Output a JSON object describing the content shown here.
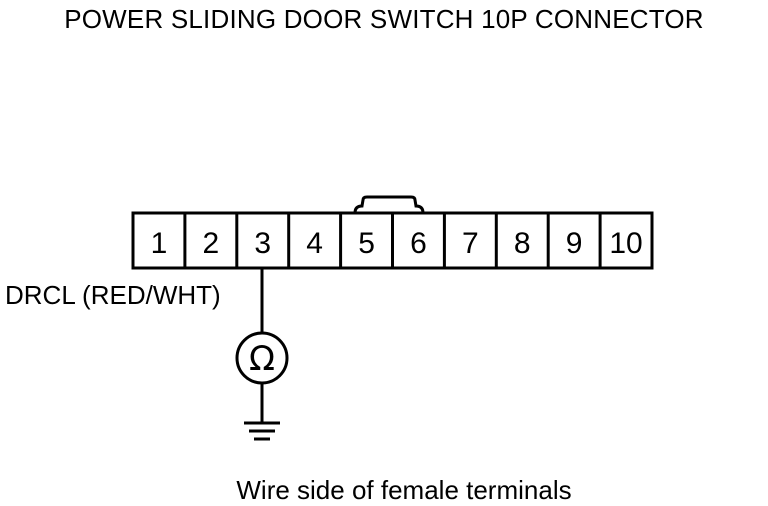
{
  "title": "POWER SLIDING DOOR SWITCH 10P CONNECTOR",
  "connector": {
    "terminals": [
      "1",
      "2",
      "3",
      "4",
      "5",
      "6",
      "7",
      "8",
      "9",
      "10"
    ],
    "jumper_between": [
      "5",
      "6"
    ]
  },
  "meter": {
    "terminal": "3",
    "wire_label": "DRCL (RED/WHT)",
    "symbol": "Ω",
    "meter_icon": "ohmmeter-icon",
    "ground_icon": "ground-icon"
  },
  "caption": "Wire side of female terminals"
}
